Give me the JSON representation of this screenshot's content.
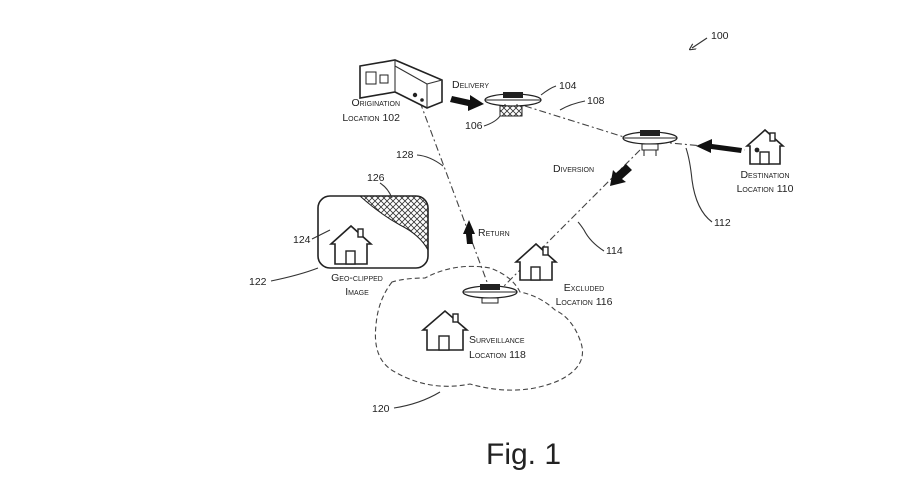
{
  "figure": {
    "ref_overall": "100",
    "caption": "Fig. 1",
    "origination": {
      "line1": "Origination",
      "line2": "Location 102"
    },
    "delivery": "Delivery",
    "ref_104": "104",
    "ref_106": "106",
    "ref_108": "108",
    "destination": {
      "line1": "Destination",
      "line2": "Location 110"
    },
    "ref_112": "112",
    "diversion": "Diversion",
    "ref_114": "114",
    "ref_128": "128",
    "return": "Return",
    "ref_126": "126",
    "ref_124": "124",
    "ref_122": "122",
    "geo_clipped": {
      "line1": "Geo-clipped",
      "line2": "Image"
    },
    "excluded": {
      "line1": "Excluded",
      "line2": "Location 116"
    },
    "surveillance": {
      "line1": "Surveillance",
      "line2": "Location 118"
    },
    "ref_120": "120"
  }
}
